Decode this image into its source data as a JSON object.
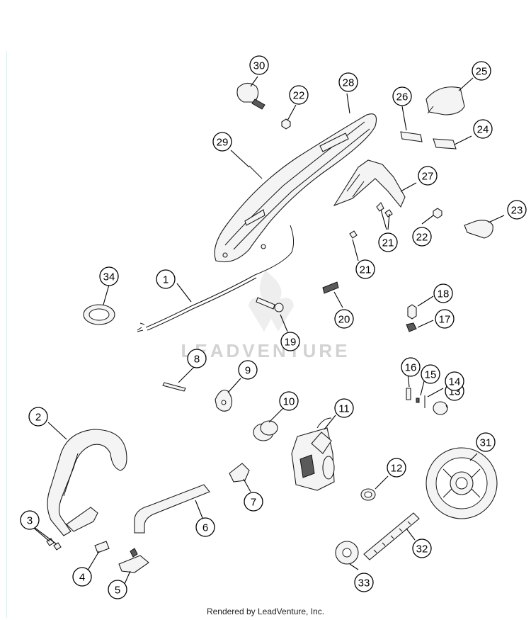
{
  "diagram": {
    "footer_text": "Rendered by LeadVenture, Inc.",
    "watermark_text": "LEADVENTURE",
    "callouts": [
      {
        "label": "1"
      },
      {
        "label": "2"
      },
      {
        "label": "3"
      },
      {
        "label": "4"
      },
      {
        "label": "5"
      },
      {
        "label": "6"
      },
      {
        "label": "7"
      },
      {
        "label": "8"
      },
      {
        "label": "9"
      },
      {
        "label": "10"
      },
      {
        "label": "11"
      },
      {
        "label": "12"
      },
      {
        "label": "13"
      },
      {
        "label": "14"
      },
      {
        "label": "15"
      },
      {
        "label": "16"
      },
      {
        "label": "17"
      },
      {
        "label": "18"
      },
      {
        "label": "19"
      },
      {
        "label": "20"
      },
      {
        "label": "21"
      },
      {
        "label": "21"
      },
      {
        "label": "22"
      },
      {
        "label": "22"
      },
      {
        "label": "23"
      },
      {
        "label": "24"
      },
      {
        "label": "25"
      },
      {
        "label": "26"
      },
      {
        "label": "27"
      },
      {
        "label": "28"
      },
      {
        "label": "29"
      },
      {
        "label": "30"
      },
      {
        "label": "31"
      },
      {
        "label": "32"
      },
      {
        "label": "33"
      },
      {
        "label": "34"
      }
    ]
  }
}
